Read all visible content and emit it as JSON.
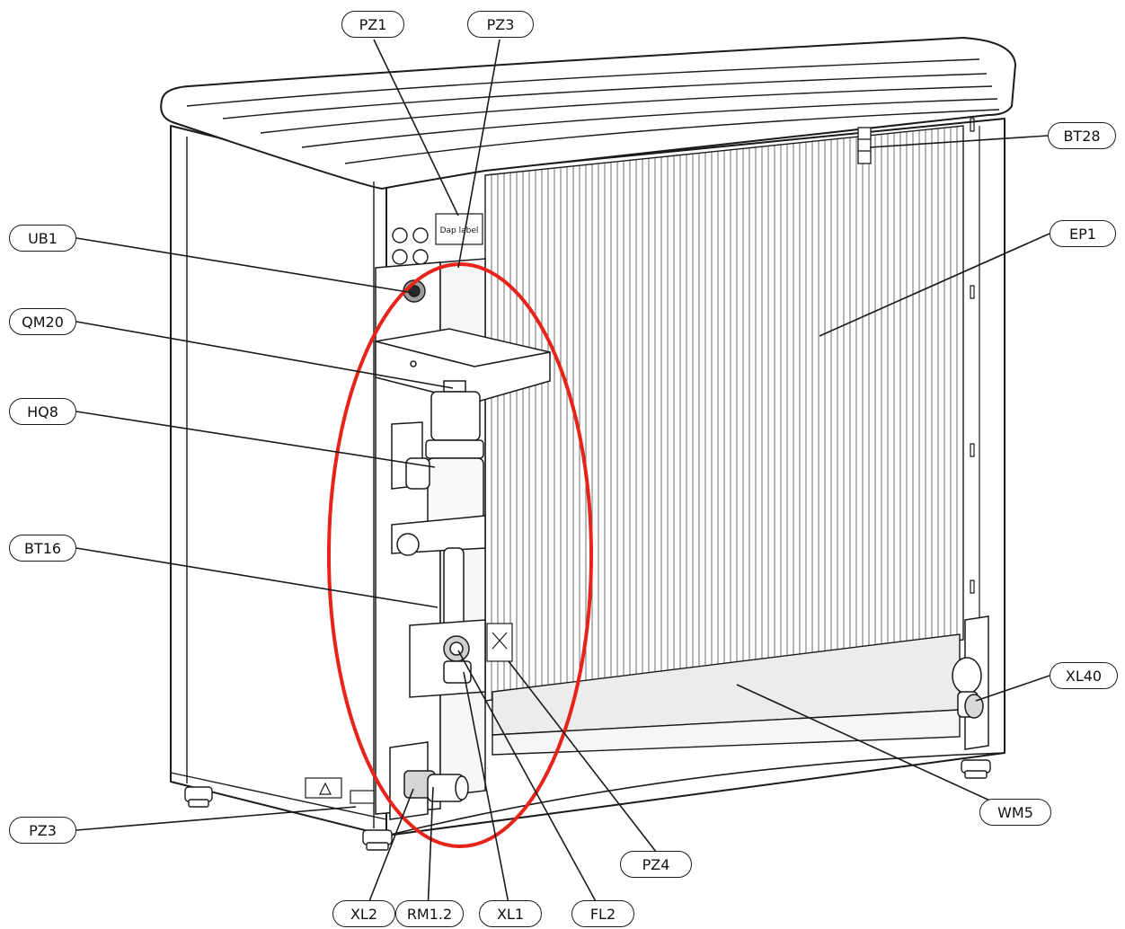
{
  "diagram": {
    "colors": {
      "line": "#1a1a1a",
      "highlight": "#e8231a",
      "background": "#ffffff"
    },
    "cabinet_label_text": "Dap label",
    "callouts": [
      {
        "id": "PZ1",
        "text": "PZ1"
      },
      {
        "id": "PZ3_top",
        "text": "PZ3"
      },
      {
        "id": "BT28",
        "text": "BT28"
      },
      {
        "id": "UB1",
        "text": "UB1"
      },
      {
        "id": "EP1",
        "text": "EP1"
      },
      {
        "id": "QM20",
        "text": "QM20"
      },
      {
        "id": "HQ8",
        "text": "HQ8"
      },
      {
        "id": "BT16",
        "text": "BT16"
      },
      {
        "id": "XL40",
        "text": "XL40"
      },
      {
        "id": "WM5",
        "text": "WM5"
      },
      {
        "id": "PZ3_bottom",
        "text": "PZ3"
      },
      {
        "id": "PZ4",
        "text": "PZ4"
      },
      {
        "id": "XL2",
        "text": "XL2"
      },
      {
        "id": "RM1_2",
        "text": "RM1.2"
      },
      {
        "id": "XL1",
        "text": "XL1"
      },
      {
        "id": "FL2",
        "text": "FL2"
      }
    ]
  }
}
